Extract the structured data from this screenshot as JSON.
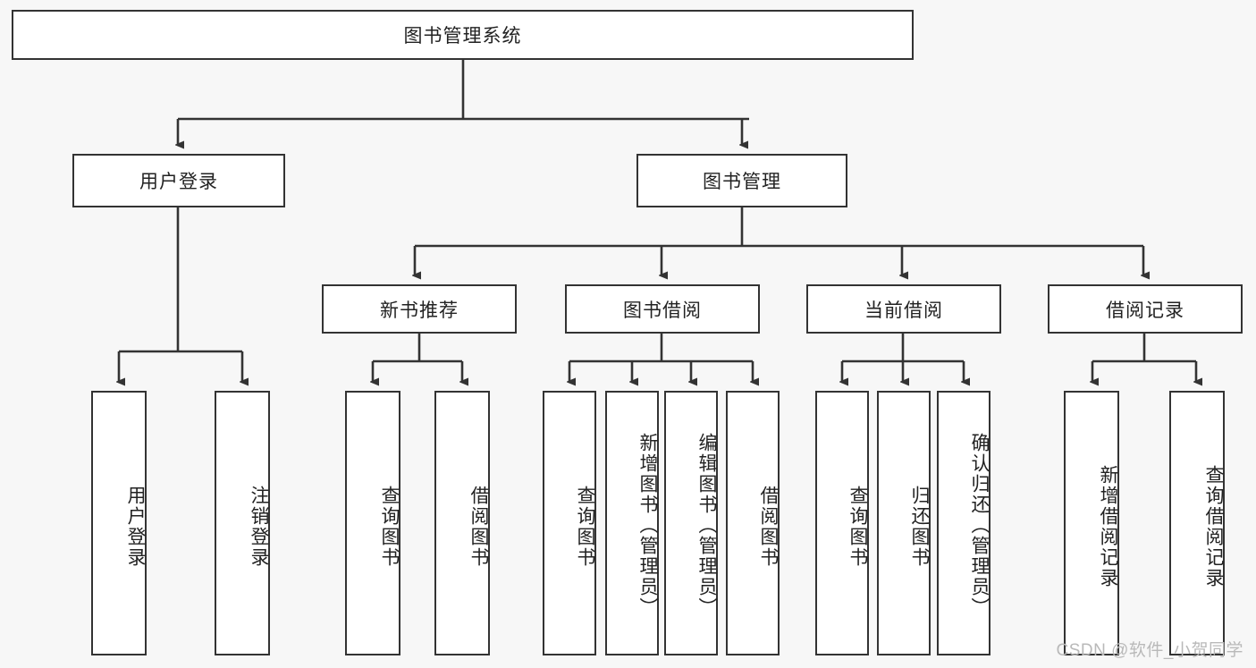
{
  "diagram": {
    "title": "图书管理系统",
    "type": "tree-hierarchy-diagram",
    "root": {
      "label": "图书管理系统"
    },
    "level2": [
      {
        "label": "用户登录"
      },
      {
        "label": "图书管理"
      }
    ],
    "level3": [
      {
        "label": "新书推荐"
      },
      {
        "label": "图书借阅"
      },
      {
        "label": "当前借阅"
      },
      {
        "label": "借阅记录"
      }
    ],
    "leaves": {
      "user_login": [
        {
          "label": "用户登录"
        },
        {
          "label": "注销登录"
        }
      ],
      "new_book_recommend": [
        {
          "label": "查询图书"
        },
        {
          "label": "借阅图书"
        }
      ],
      "book_borrow": [
        {
          "label": "查询图书"
        },
        {
          "label": "新增图书（管理员）"
        },
        {
          "label": "编辑图书（管理员）"
        },
        {
          "label": "借阅图书"
        }
      ],
      "current_borrow": [
        {
          "label": "查询图书"
        },
        {
          "label": "归还图书"
        },
        {
          "label": "确认归还（管理员）"
        }
      ],
      "borrow_record": [
        {
          "label": "新增借阅记录"
        },
        {
          "label": "查询借阅记录"
        }
      ]
    }
  },
  "watermark": {
    "text": "CSDN @软件_小贺同学"
  },
  "colors": {
    "page_background": "#f7f7f7",
    "node_fill": "#ffffff",
    "node_border": "#333333",
    "connector": "#333333",
    "text": "#222222",
    "watermark": "#b9b9b9"
  }
}
